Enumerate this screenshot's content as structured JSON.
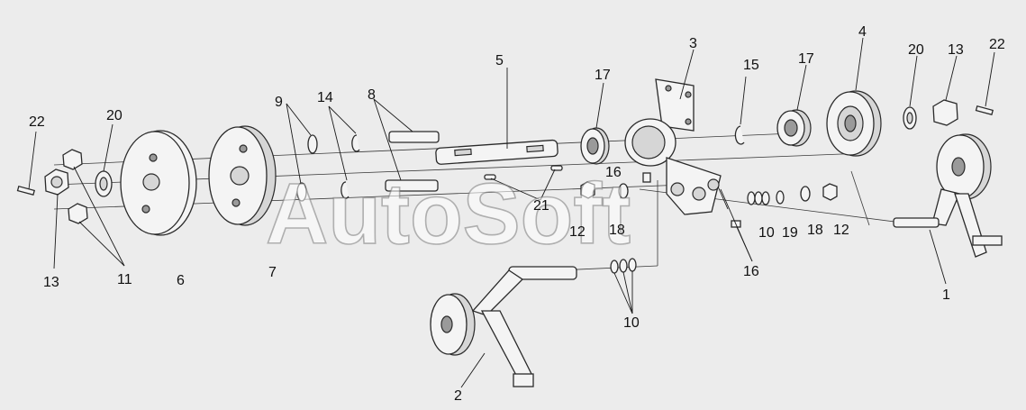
{
  "watermark": "AutoSoft",
  "callouts": {
    "c1": "1",
    "c2": "2",
    "c3": "3",
    "c4": "4",
    "c5": "5",
    "c6": "6",
    "c7": "7",
    "c8": "8",
    "c9": "9",
    "c10a": "10",
    "c10b": "10",
    "c11": "11",
    "c12a": "12",
    "c12b": "12",
    "c13a": "13",
    "c13b": "13",
    "c14": "14",
    "c15": "15",
    "c16a": "16",
    "c16b": "16",
    "c17a": "17",
    "c17b": "17",
    "c18a": "18",
    "c18b": "18",
    "c19": "19",
    "c20a": "20",
    "c20b": "20",
    "c21": "21",
    "c22a": "22",
    "c22b": "22"
  },
  "colors": {
    "background": "#ececec",
    "line": "#2a2a2a"
  }
}
